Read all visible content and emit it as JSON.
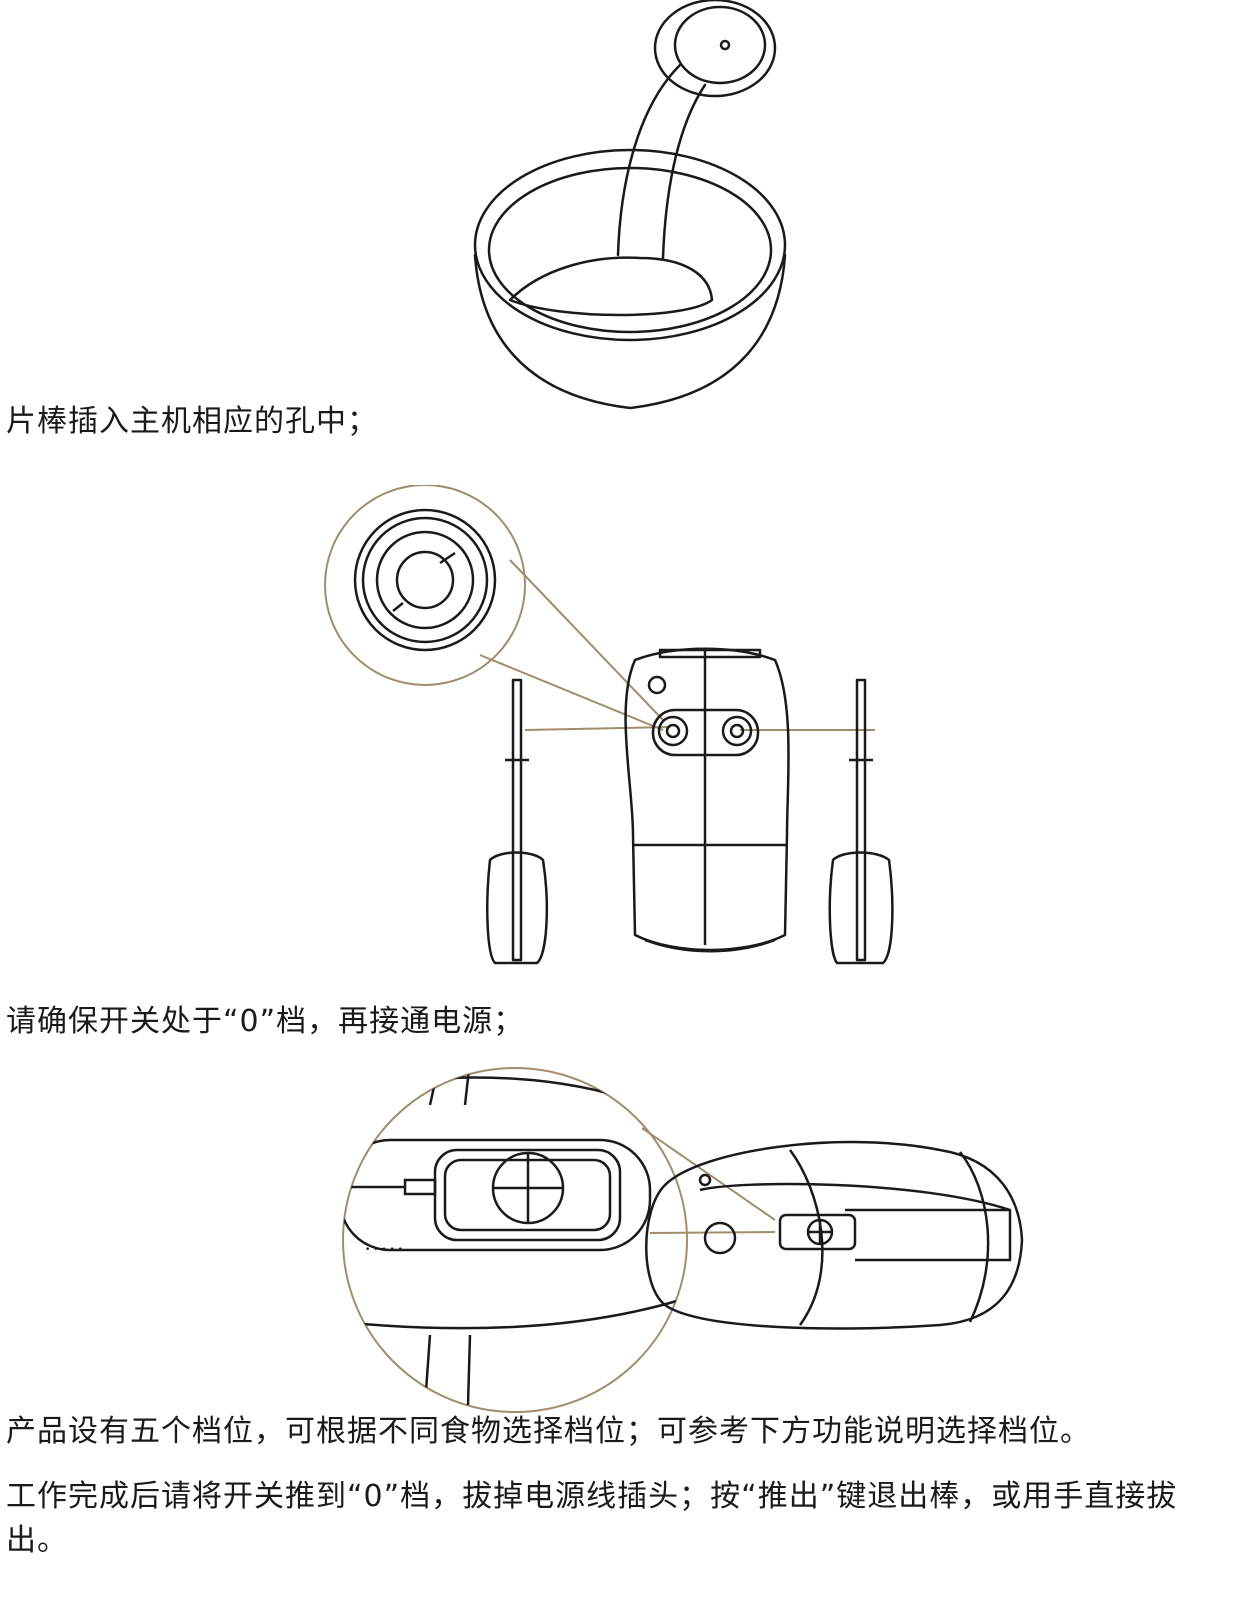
{
  "document": {
    "steps": [
      {
        "caption": "片棒插入主机相应的孔中；"
      },
      {
        "caption": "请确保开关处于“0”档，再接通电源；"
      }
    ],
    "notes": [
      "产品设有五个档位，可根据不同食物选择档位；可参考下方功能说明选择档位。",
      "工作完成后请将开关推到“0”档，拔掉电源线插头；按“推出”键退出棒，或用手直接拔出。"
    ],
    "colors": {
      "line": "#1a1a1a",
      "callout": "#a38c6c",
      "background": "#ffffff"
    },
    "icons": [
      "mixing-bowl-with-beater",
      "hand-mixer-with-beaters",
      "hand-mixer-speed-switch"
    ]
  }
}
